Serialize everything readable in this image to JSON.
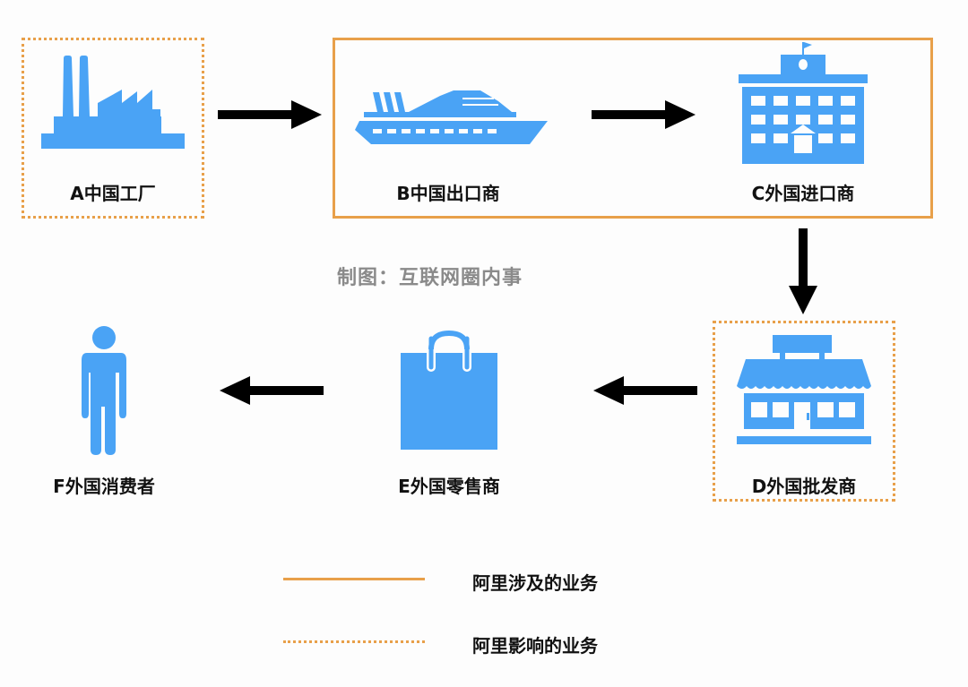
{
  "diagram": {
    "colors": {
      "icon": "#4aa3f5",
      "border": "#e8a04a",
      "arrow": "#000000",
      "watermark": "#8a8a8a"
    },
    "nodes": [
      {
        "id": "A",
        "label": "A中国工厂",
        "icon": "factory-icon",
        "border": "dotted"
      },
      {
        "id": "B",
        "label": "B中国出口商",
        "icon": "ship-icon",
        "border": "solid-group"
      },
      {
        "id": "C",
        "label": "C外国进口商",
        "icon": "building-icon",
        "border": "solid-group"
      },
      {
        "id": "D",
        "label": "D外国批发商",
        "icon": "store-icon",
        "border": "dotted"
      },
      {
        "id": "E",
        "label": "E外国零售商",
        "icon": "shopping-bag-icon",
        "border": "none"
      },
      {
        "id": "F",
        "label": "F外国消费者",
        "icon": "person-icon",
        "border": "none"
      }
    ],
    "edges": [
      {
        "from": "A",
        "to": "B"
      },
      {
        "from": "B",
        "to": "C"
      },
      {
        "from": "C",
        "to": "D"
      },
      {
        "from": "D",
        "to": "E"
      },
      {
        "from": "E",
        "to": "F"
      }
    ],
    "watermark": "制图：互联网圈内事",
    "legend": [
      {
        "style": "solid",
        "label": "阿里涉及的业务"
      },
      {
        "style": "dotted",
        "label": "阿里影响的业务"
      }
    ]
  }
}
